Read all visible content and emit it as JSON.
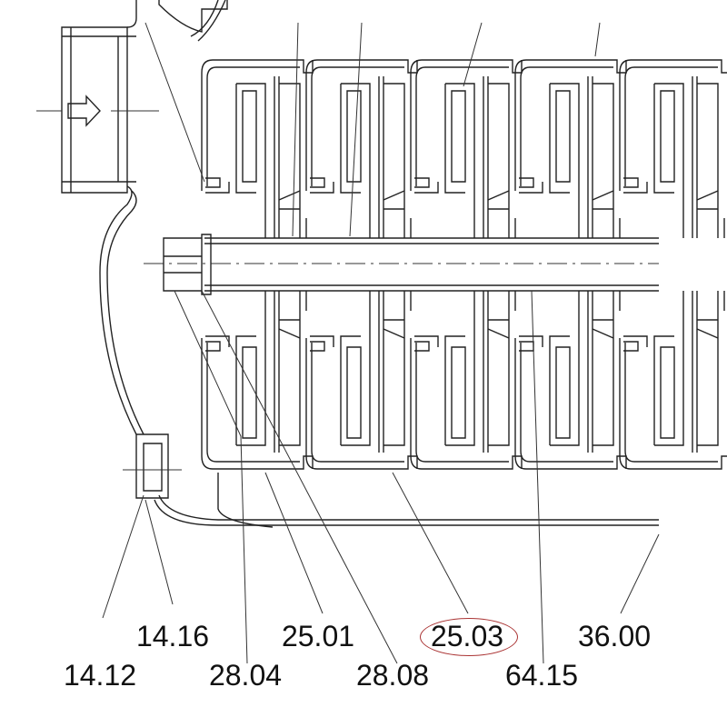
{
  "drawing": {
    "stage_count": 5,
    "highlight_color": "#a33333",
    "labels": [
      {
        "id": "14.16",
        "text": "14.16"
      },
      {
        "id": "25.01",
        "text": "25.01"
      },
      {
        "id": "25.03",
        "text": "25.03",
        "highlighted": true
      },
      {
        "id": "36.00",
        "text": "36.00"
      },
      {
        "id": "14.12",
        "text": "14.12"
      },
      {
        "id": "28.04",
        "text": "28.04"
      },
      {
        "id": "28.08",
        "text": "28.08"
      },
      {
        "id": "64.15",
        "text": "64.15"
      }
    ]
  }
}
